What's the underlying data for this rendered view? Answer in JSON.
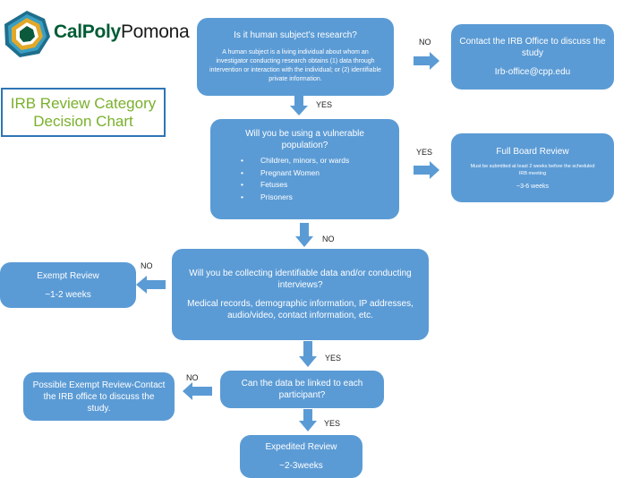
{
  "logo": {
    "part1": "CalPoly",
    "part2": "Pomona"
  },
  "title": {
    "line1": "IRB Review Category",
    "line2": "Decision Chart"
  },
  "nodes": {
    "q1": {
      "title": "Is it human subject’s research?",
      "body": "A human subject is a living individual about whom an investigator conducting research obtains (1) data through intervention or interaction with the individual; or (2) identifiable private information."
    },
    "contact": {
      "line1": "Contact the IRB Office to discuss the study",
      "email": "Irb-office@cpp.edu"
    },
    "q2": {
      "title": "Will you be using a vulnerable population?",
      "items": [
        "Children, minors, or wards",
        "Pregnant Women",
        "Fetuses",
        "Prisoners"
      ]
    },
    "full_board": {
      "title": "Full Board Review",
      "note": "Must be submitted at least 2 weeks before the scheduled IRB meeting",
      "time": "~3-6 weeks"
    },
    "q3": {
      "title": "Will you be collecting identifiable data and/or conducting interviews?",
      "body": "Medical records, demographic information, IP addresses, audio/video, contact information, etc."
    },
    "exempt": {
      "title": "Exempt Review",
      "time": "~1-2 weeks"
    },
    "q4": {
      "title": "Can the data be linked to each participant?"
    },
    "possible_exempt": {
      "title": "Possible Exempt Review-Contact the IRB office to discuss the study."
    },
    "expedited": {
      "title": "Expedited Review",
      "time": "~2-3weeks"
    }
  },
  "edge_labels": {
    "q1_no": "NO",
    "q1_yes": "YES",
    "q2_yes": "YES",
    "q2_no": "NO",
    "q3_no": "NO",
    "q3_yes": "YES",
    "q4_no": "NO",
    "q4_yes": "YES"
  },
  "colors": {
    "box": "#5b9bd5",
    "arrow": "#5b9bd5",
    "title_border": "#2e75b6",
    "title_text": "#7ab02c",
    "logo_green": "#005c35"
  }
}
